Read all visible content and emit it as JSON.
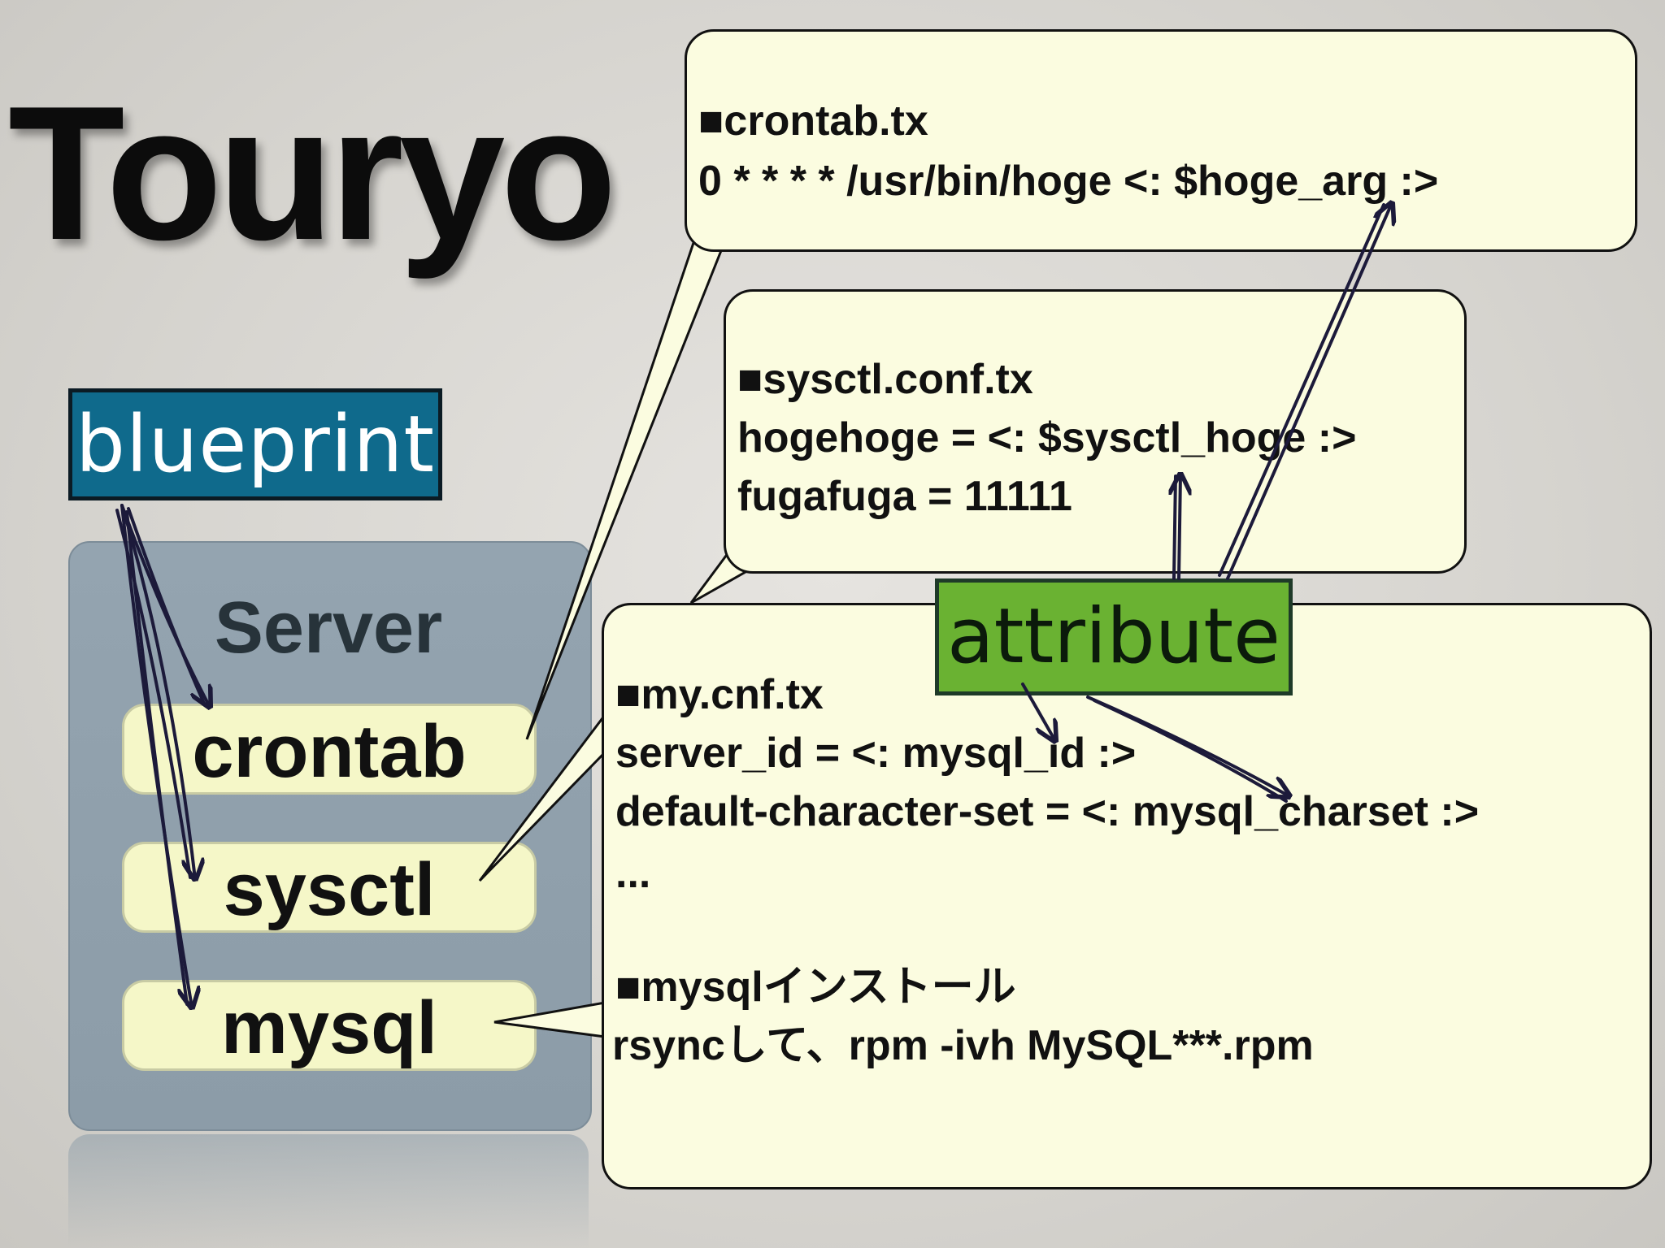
{
  "title": "Touryo",
  "blueprint": {
    "label": "blueprint"
  },
  "server": {
    "label": "Server",
    "items": [
      {
        "label": "crontab"
      },
      {
        "label": "sysctl"
      },
      {
        "label": "mysql"
      }
    ]
  },
  "attribute": {
    "label": "attribute"
  },
  "callouts": {
    "crontab": {
      "lines": [
        "■crontab.tx",
        " 0 * * * * /usr/bin/hoge <: $hoge_arg :>"
      ]
    },
    "sysctl": {
      "lines": [
        "■sysctl.conf.tx",
        " hogehoge = <: $sysctl_hoge :>",
        " fugafuga = 11111"
      ]
    },
    "mycnf": {
      "lines": [
        "■my.cnf.tx",
        " server_id = <: mysql_id :>",
        " default-character-set = <: mysql_charset :>",
        "...",
        "",
        "■mysqlインストール",
        "rsyncして、rpm -ivh MySQL***.rpm"
      ]
    }
  },
  "colors": {
    "blueprint_bg": "#0f6a8c",
    "attribute_bg": "#6ab232",
    "callout_bg": "#fbfce0",
    "server_item_bg": "#f5f7c8",
    "server_panel_bg": "#94a4b0",
    "arrow": "#1c1a3a"
  }
}
